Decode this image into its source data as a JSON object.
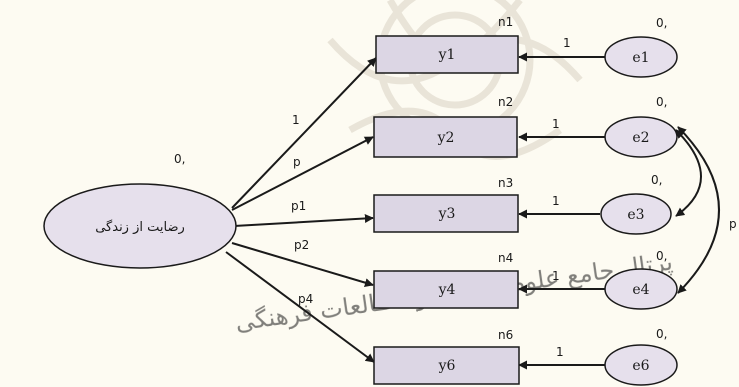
{
  "colors": {
    "background": "#fdfbf2",
    "box_fill": "#dcd6e4",
    "ellipse_fill": "#e6e0ec",
    "stroke": "#1a1a1a",
    "watermark": "#d9d2c4"
  },
  "latent": {
    "label": "رضایت از زندگی",
    "mean": "0,"
  },
  "observed": [
    {
      "id": "y1",
      "label": "y1",
      "intercept": "n1"
    },
    {
      "id": "y2",
      "label": "y2",
      "intercept": "n2"
    },
    {
      "id": "y3",
      "label": "y3",
      "intercept": "n3"
    },
    {
      "id": "y4",
      "label": "y4",
      "intercept": "n4"
    },
    {
      "id": "y6",
      "label": "y6",
      "intercept": "n6"
    }
  ],
  "errors": [
    {
      "id": "e1",
      "label": "e1",
      "mean": "0,",
      "weight": "1"
    },
    {
      "id": "e2",
      "label": "e2",
      "mean": "0,",
      "weight": "1"
    },
    {
      "id": "e3",
      "label": "e3",
      "mean": "0,",
      "weight": "1"
    },
    {
      "id": "e4",
      "label": "e4",
      "mean": "0,",
      "weight": "1"
    },
    {
      "id": "e6",
      "label": "e6",
      "mean": "0,",
      "weight": "1"
    }
  ],
  "loadings": [
    "1",
    "p",
    "p1",
    "p2",
    "p4"
  ],
  "covariance": {
    "label": "p"
  },
  "watermark_text": "پرتال جامع علوم انسانی و مطالعات فرهنگی"
}
